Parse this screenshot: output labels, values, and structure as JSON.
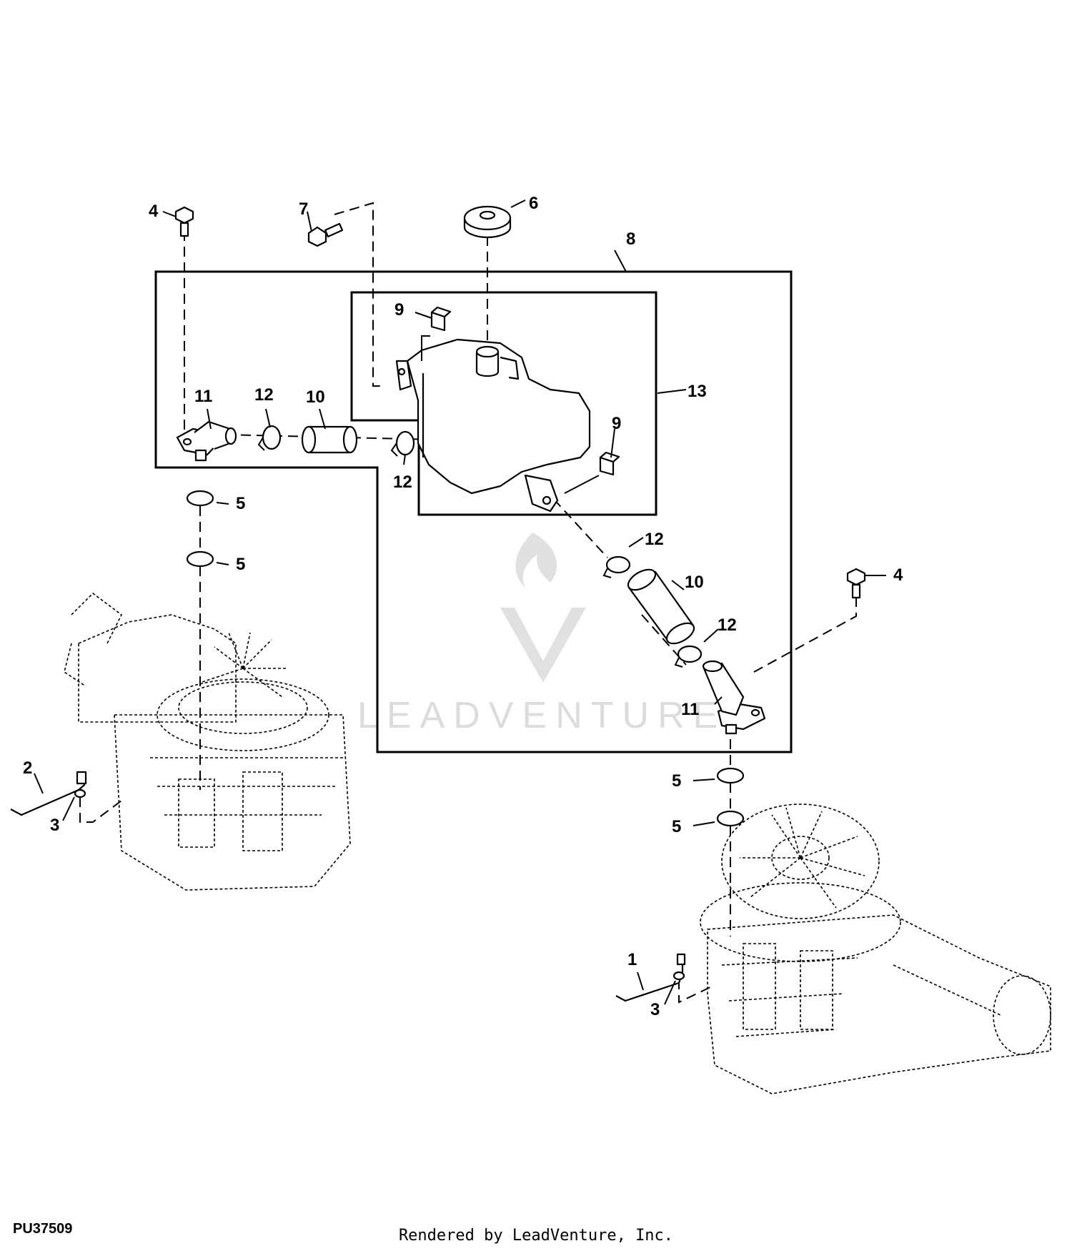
{
  "diagram": {
    "figure_id": "PU37509",
    "credit": "Rendered by LeadVenture, Inc.",
    "watermark": "LEADVENTURE",
    "callouts": {
      "c1": "1",
      "c2": "2",
      "c3a": "3",
      "c3b": "3",
      "c4a": "4",
      "c4b": "4",
      "c5a": "5",
      "c5b": "5",
      "c5c": "5",
      "c5d": "5",
      "c6": "6",
      "c7": "7",
      "c8": "8",
      "c9a": "9",
      "c9b": "9",
      "c10a": "10",
      "c10b": "10",
      "c11a": "11",
      "c11b": "11",
      "c12a": "12",
      "c12b": "12",
      "c12c": "12",
      "c12d": "12",
      "c13": "13"
    }
  }
}
